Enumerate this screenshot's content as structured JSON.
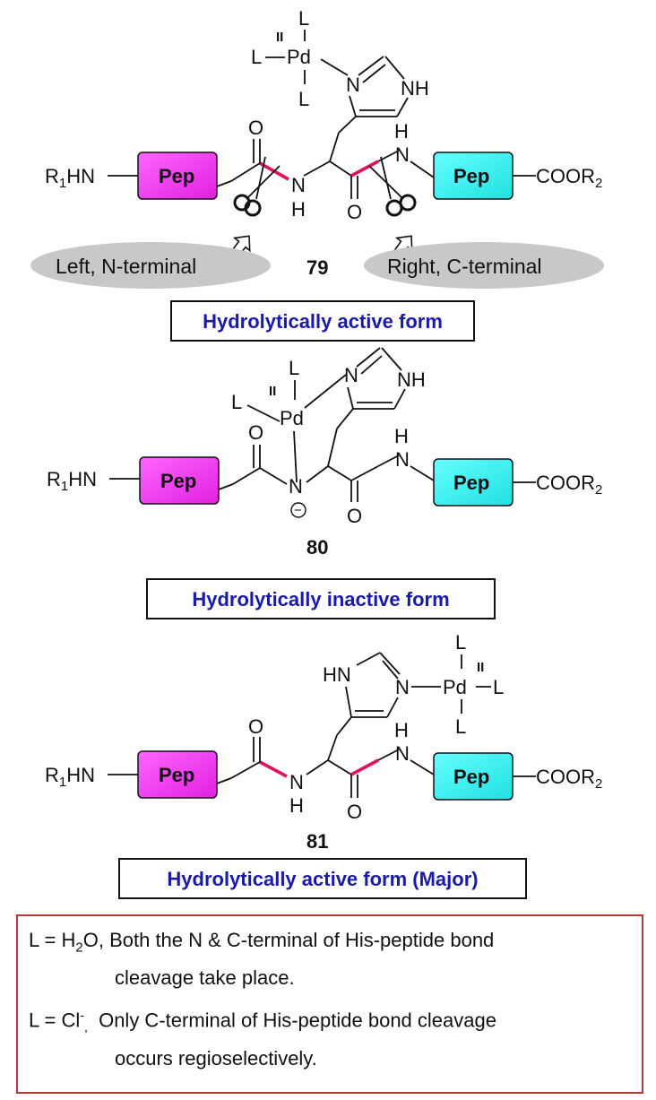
{
  "compounds": [
    {
      "number": "79",
      "form_label": "Hydrolytically active form"
    },
    {
      "number": "80",
      "form_label": "Hydrolytically inactive form"
    },
    {
      "number": "81",
      "form_label": "Hydrolytically active form (Major)"
    }
  ],
  "cleavage_sites": {
    "left": "Left, N-terminal",
    "right": "Right, C-terminal"
  },
  "labels": {
    "pep": "Pep",
    "pd": "Pd",
    "ox_state": "II",
    "ligand": "L",
    "imid_n": "N",
    "imid_nh": "NH",
    "hn": "HN",
    "n": "N",
    "h": "H",
    "o": "O",
    "r1hn": "R",
    "r1_sub": "1",
    "hn_tail": "HN",
    "cooo": "COOR",
    "r2_sub": "2",
    "charge": "−"
  },
  "colors": {
    "pep_left": "#ff33ff",
    "pep_right": "#33ffff",
    "cleaved_bond": "#e0115f",
    "form_text": "#1a1aa8",
    "note_border": "#b33a3a",
    "oval": "#c8c8c8"
  },
  "note": {
    "line1_pre": "L = H",
    "line1_sub": "2",
    "line1_post": "O, Both the N & C-terminal of His-peptide bond",
    "line2": "cleavage take place.",
    "line3_pre": "L = Cl",
    "line3_sup": "-",
    "line3_comma": ",",
    "line3_post": "Only C-terminal of His-peptide bond cleavage",
    "line4": "occurs regioselectively."
  }
}
